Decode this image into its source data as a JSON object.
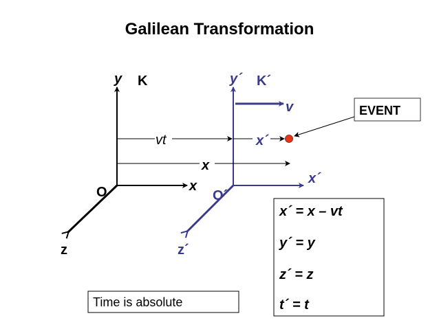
{
  "title": "Galilean Transformation",
  "frame_k": {
    "label": "K",
    "origin": "O",
    "x_axis": "x",
    "y_axis": "y",
    "z_axis": "z"
  },
  "frame_k_prime": {
    "label": "K´",
    "origin": "O´",
    "x_axis": "x´",
    "y_axis": "y´",
    "z_axis": "z´",
    "velocity": "v"
  },
  "distances": {
    "vt": "vt",
    "x": "x",
    "x_prime": "x´"
  },
  "event_label": "EVENT",
  "equations": [
    "x´ = x – vt",
    "y´ = y",
    "z´ = z",
    "t´ = t"
  ],
  "note": "Time is absolute",
  "colors": {
    "frame_k": "#000000",
    "frame_k_prime": "#3a3a8c",
    "event": "#e8361a"
  }
}
